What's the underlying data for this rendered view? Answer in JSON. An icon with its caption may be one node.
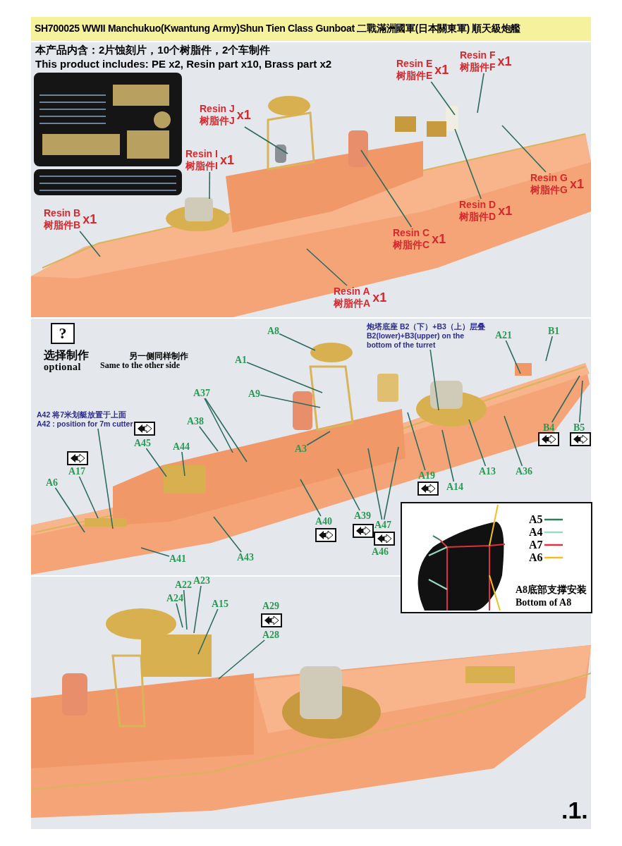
{
  "diagram": {
    "title": "SH700025 WWII Manchukuo(Kwantung Army)Shun Tien Class Gunboat 二戰滿洲國軍(日本關東軍) 順天級炮艦",
    "nodes": [
      {
        "text": [
          "Resin E",
          "树脂件E",
          "x1"
        ]
      },
      {
        "text": [
          "Resin F",
          "树脂件F",
          "x1"
        ]
      },
      {
        "text": [
          "Resin J",
          "树脂件J",
          "x1"
        ]
      },
      {
        "text": [
          "Resin I",
          "树脂件I",
          "x1"
        ]
      },
      {
        "text": [
          "Resin G",
          "树脂件G",
          "x1"
        ]
      },
      {
        "text": [
          "Resin D",
          "树脂件D",
          "x1"
        ]
      },
      {
        "text": [
          "Resin B",
          "树脂件B",
          "x1"
        ]
      },
      {
        "text": [
          "Resin C",
          "树脂件C",
          "x1"
        ]
      },
      {
        "text": [
          "Resin A",
          "树脂件A",
          "x1"
        ]
      },
      {
        "text": [
          "炮塔底座 B2（下）+B3（上）层叠",
          "B2(lower)+B3(upper) on the bottom of the turret"
        ]
      },
      {
        "text": [
          "A8"
        ]
      },
      {
        "text": [
          "A21"
        ]
      },
      {
        "text": [
          "B1"
        ]
      },
      {
        "text": [
          "A1"
        ]
      },
      {
        "text": [
          "A9"
        ]
      },
      {
        "text": [
          "A37"
        ]
      },
      {
        "text": [
          "A42 将7米划艇放置于上面",
          "A42 : position for 7m cutter"
        ]
      },
      {
        "text": [
          "A38"
        ]
      },
      {
        "text": [
          "A45"
        ]
      },
      {
        "text": [
          "A44"
        ]
      },
      {
        "text": [
          "A3"
        ]
      },
      {
        "text": [
          "B4"
        ]
      },
      {
        "text": [
          "B5"
        ]
      },
      {
        "text": [
          "A17"
        ]
      },
      {
        "text": [
          "A6"
        ]
      },
      {
        "text": [
          "A19"
        ]
      },
      {
        "text": [
          "A13"
        ]
      },
      {
        "text": [
          "A36"
        ]
      },
      {
        "text": [
          "A14"
        ]
      },
      {
        "text": [
          "A40"
        ]
      },
      {
        "text": [
          "A39"
        ]
      },
      {
        "text": [
          "A47"
        ]
      },
      {
        "text": [
          "A41"
        ]
      },
      {
        "text": [
          "A43"
        ]
      },
      {
        "text": [
          "A8底部支撑安装",
          "Bottom of A8"
        ]
      },
      {
        "text": [
          "A23"
        ]
      },
      {
        "text": [
          "A22"
        ]
      },
      {
        "text": [
          "A24"
        ]
      },
      {
        "text": [
          "A15"
        ]
      },
      {
        "text": [
          "A28"
        ]
      }
    ],
    "edges": [
      {
        "from": 0,
        "to": null,
        "arrow": "none"
      },
      {
        "from": 1,
        "to": null,
        "arrow": "none"
      },
      {
        "from": 2,
        "to": null,
        "arrow": "none"
      },
      {
        "from": 3,
        "to": null,
        "arrow": "none"
      },
      {
        "from": 4,
        "to": null,
        "arrow": "none"
      },
      {
        "from": 5,
        "to": null,
        "arrow": "none"
      },
      {
        "from": 6,
        "to": null,
        "arrow": "none"
      },
      {
        "from": 7,
        "to": null,
        "arrow": "none"
      },
      {
        "from": 8,
        "to": null,
        "arrow": "none"
      },
      {
        "from": 9,
        "to": null,
        "arrow": "none"
      },
      {
        "from": 10,
        "to": null,
        "arrow": "none"
      },
      {
        "from": 11,
        "to": null,
        "arrow": "none"
      },
      {
        "from": 12,
        "to": null,
        "arrow": "none"
      },
      {
        "from": 13,
        "to": null,
        "arrow": "none"
      },
      {
        "from": 14,
        "to": null,
        "arrow": "none"
      },
      {
        "from": 15,
        "to": null,
        "arrow": "none"
      },
      {
        "from": 15,
        "to": null,
        "arrow": "none"
      },
      {
        "from": 16,
        "to": null,
        "arrow": "none"
      },
      {
        "from": 17,
        "to": null,
        "arrow": "none"
      },
      {
        "from": 18,
        "to": null,
        "arrow": "none"
      },
      {
        "from": 19,
        "to": null,
        "arrow": "none"
      },
      {
        "from": 20,
        "to": null,
        "arrow": "none"
      },
      {
        "from": 21,
        "to": null,
        "arrow": "none"
      },
      {
        "from": 22,
        "to": null,
        "arrow": "none"
      },
      {
        "from": 23,
        "to": null,
        "arrow": "none"
      },
      {
        "from": 24,
        "to": null,
        "arrow": "none"
      },
      {
        "from": 25,
        "to": null,
        "arrow": "none"
      },
      {
        "from": 26,
        "to": null,
        "arrow": "none"
      },
      {
        "from": 27,
        "to": null,
        "arrow": "none"
      },
      {
        "from": 28,
        "to": null,
        "arrow": "none"
      },
      {
        "from": 29,
        "to": null,
        "arrow": "none"
      },
      {
        "from": 30,
        "to": null,
        "arrow": "none"
      },
      {
        "from": 31,
        "to": null,
        "arrow": "none"
      },
      {
        "from": 31,
        "to": null,
        "arrow": "none"
      },
      {
        "from": 32,
        "to": null,
        "arrow": "none"
      },
      {
        "from": 33,
        "to": null,
        "arrow": "none"
      },
      {
        "from": 35,
        "to": null,
        "arrow": "none"
      },
      {
        "from": 36,
        "to": null,
        "arrow": "none"
      },
      {
        "from": 37,
        "to": null,
        "arrow": "none"
      },
      {
        "from": 38,
        "to": null,
        "arrow": "none"
      },
      {
        "from": 39,
        "to": null,
        "arrow": "none"
      }
    ],
    "labels": [
      "本产品内含：2片蚀刻片，10个树脂件，2个车制件",
      "This product includes: PE x2, Resin part x10, Brass part x2",
      "?",
      "选择制作",
      "optional",
      "另一侧同样制作",
      "Same to the other side",
      "A46",
      "A29",
      ".1."
    ],
    "legend": [
      {
        "text": "A5"
      },
      {
        "text": "A4"
      },
      {
        "text": "A7"
      },
      {
        "text": "A6"
      }
    ]
  }
}
